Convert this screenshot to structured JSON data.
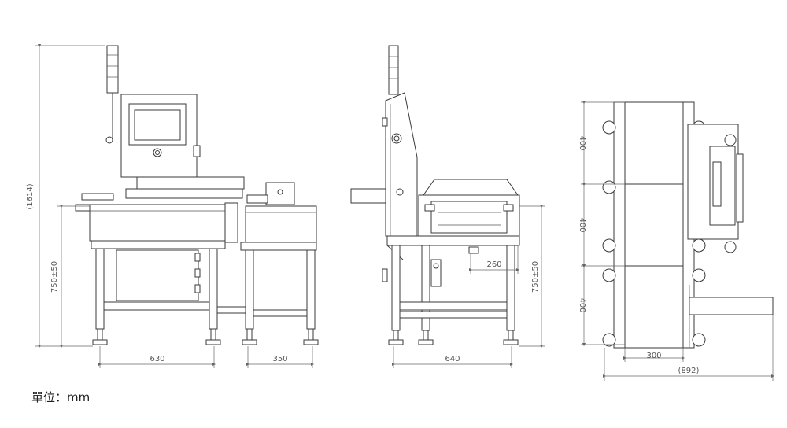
{
  "unit_label": "單位：mm",
  "front_view": {
    "overall_height": "(1614)",
    "conveyor_height": "750±50",
    "width_main": "630",
    "width_outfeed": "350"
  },
  "side_view": {
    "conveyor_height": "750±50",
    "belt_offset": "260",
    "depth": "640"
  },
  "top_view": {
    "section_1": "400",
    "section_2": "400",
    "section_3": "400",
    "belt_width": "300",
    "overall_width": "(892)"
  },
  "colors": {
    "line": "#3a3a3a",
    "dimension": "#666666",
    "text": "#555555"
  }
}
